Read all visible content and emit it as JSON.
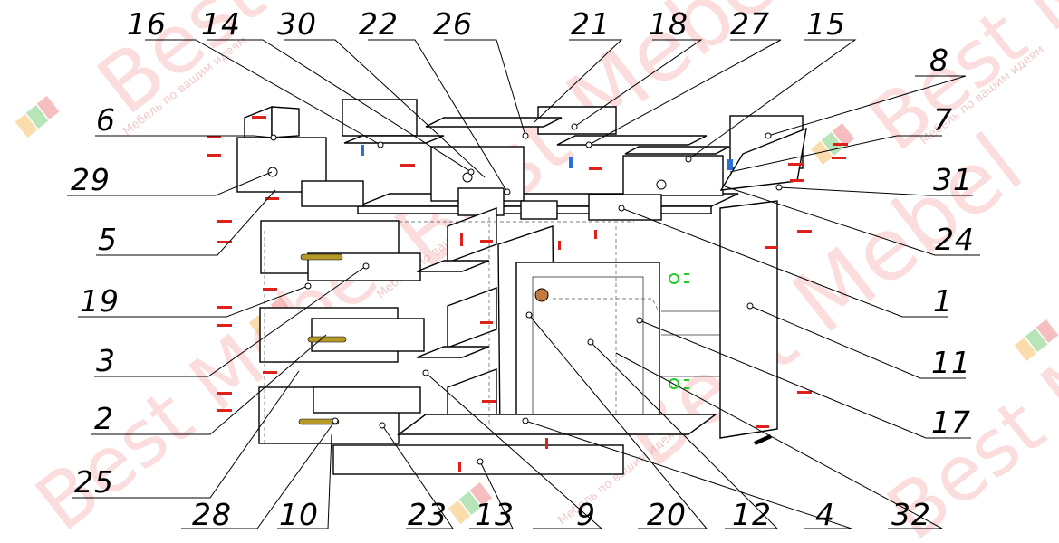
{
  "diagram": {
    "watermark": {
      "brand": "Best Mebel",
      "tagline": "Мебель по вашим идеям"
    },
    "callouts": {
      "top": [
        "16",
        "14",
        "30",
        "22",
        "26",
        "21",
        "18",
        "27",
        "15",
        "8"
      ],
      "left": [
        "6",
        "29",
        "5",
        "19",
        "3",
        "2",
        "25"
      ],
      "right": [
        "7",
        "31",
        "24",
        "1",
        "11",
        "17"
      ],
      "bottom": [
        "28",
        "10",
        "23",
        "13",
        "9",
        "20",
        "12",
        "4",
        "32"
      ]
    },
    "colors": {
      "line": "#000000",
      "fastener_red": "#e0211b",
      "handle_gold": "#b59a2a",
      "hinge_green": "#22cc22",
      "connector_blue": "#2b6fd6"
    }
  }
}
